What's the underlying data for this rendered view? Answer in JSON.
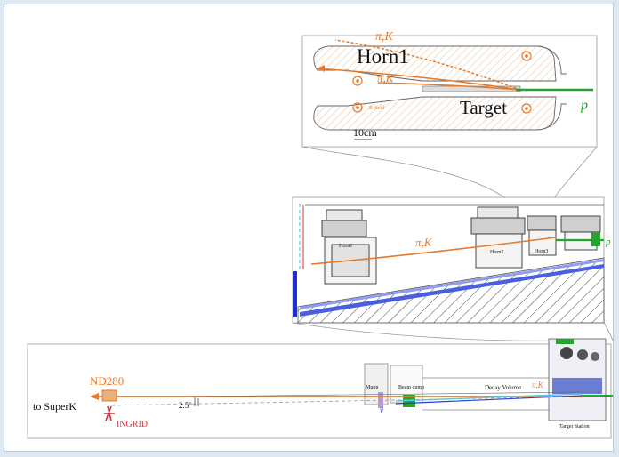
{
  "horn_detail": {
    "horn_label": "Horn1",
    "target_label": "Target",
    "pion_kaon_label_1": "π,K",
    "pion_kaon_label_2": "π,K",
    "proton_label": "p",
    "scale_label": "10cm",
    "b_field_label": "B-field"
  },
  "target_station": {
    "pion_kaon_label": "π,K",
    "horn1_label": "Horn1",
    "horn2_label": "Horn2",
    "horn3_label": "Horn3",
    "proton_label": "p"
  },
  "beamline": {
    "to_superk_label": "to SuperK",
    "nd280_label": "ND280",
    "ingrid_label": "INGRID",
    "angle_label": "2.5°",
    "muon_monitor_label": "Muon",
    "beam_dump_label": "Beam dump",
    "decay_volume_label": "Decay Volume",
    "pion_kaon_label": "π,K",
    "target_station_label": "Target Station",
    "neutrino_label": "ν"
  },
  "colors": {
    "orange": "#e57a2a",
    "red": "#d8313b",
    "green": "#27a32f",
    "blue": "#3b4fc8",
    "hatch": "#e9c9aa"
  }
}
